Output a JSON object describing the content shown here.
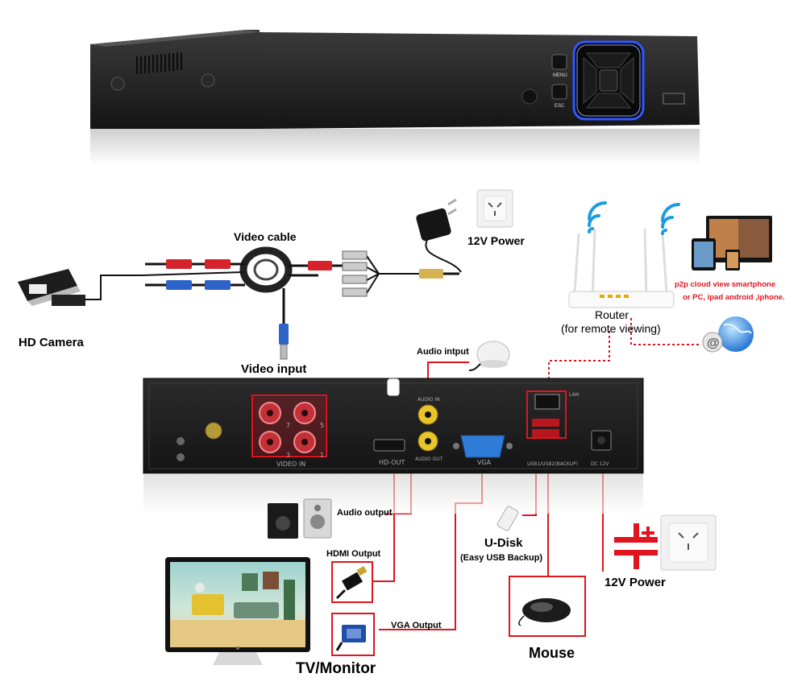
{
  "labels": {
    "video_cable": "Video cable",
    "power_top": "12V Power",
    "hd_camera": "HD Camera",
    "video_input": "Video input",
    "router_line1": "Router",
    "router_line2": "(for remote viewing)",
    "p2p_line1": "p2p cloud  view smartphone",
    "p2p_line2": "or PC, ipad android ,iphone.",
    "audio_input": "Audio intput",
    "audio_output": "Audio output",
    "hdmi_output": "HDMI Output",
    "vga_output": "VGA Output",
    "udisk_line1": "U-Disk",
    "udisk_line2": "(Easy USB Backup)",
    "power_bottom": "12V Power",
    "mouse": "Mouse",
    "tv_monitor": "TV/Monitor"
  },
  "front_panel": {
    "menu_label": "MENU",
    "esc_label": "ESC"
  },
  "rear_panel": {
    "video_in": "VIDEO IN",
    "audio_in": "AUDIO IN",
    "audio_out": "AUDIO OUT",
    "hd_out": "HD-OUT",
    "vga": "VGA",
    "lan": "LAN",
    "usb": "USB1/USB2(BACKUP)",
    "dc": "DC 12V",
    "channels": [
      "7",
      "5",
      "3",
      "1"
    ]
  },
  "colors": {
    "connection_line": "#e0141e",
    "panel": "#1f1f1f",
    "wifi": "#1e9be0"
  }
}
